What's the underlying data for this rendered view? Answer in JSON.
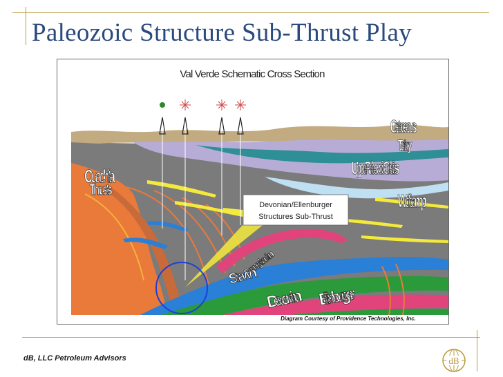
{
  "slide": {
    "title": "Paleozoic Structure Sub-Thrust Play",
    "footer": "dB, LLC Petroleum Advisors",
    "logo_text": "dB"
  },
  "diagram": {
    "subtitle": "Val Verde Schematic Cross Section",
    "callout": [
      "Devonian/Ellenburger",
      "Structures Sub-Thrust"
    ],
    "credit": "Diagram Courtesy of Providence Technologies, Inc.",
    "labels": {
      "left_top": "Ouachita",
      "left_bottom": "Thrusts",
      "right_a1": "Cretaceous",
      "right_a2": "Tertiary",
      "right_b1": "Upper Paleozoic Clastics",
      "right_b2": "Wolfcamp",
      "mid_a": "Pennsylvanian",
      "mid_b": "Strawn",
      "bottom_a": "Devonian",
      "bottom_b": "Ellenburger"
    }
  },
  "colors": {
    "title": "#2a4a7d",
    "accent_gold": "#b79a3a",
    "surface": "#c2ab80",
    "lavender": "#b7acd6",
    "teal": "#2e8f96",
    "grey": "#7b7b7b",
    "orange": "#ea7a3a",
    "yellow": "#f4ea3c",
    "blue": "#2a7fd6",
    "green": "#2a9a3a",
    "pink": "#e0447a",
    "well_green": "#2a8a2a"
  }
}
